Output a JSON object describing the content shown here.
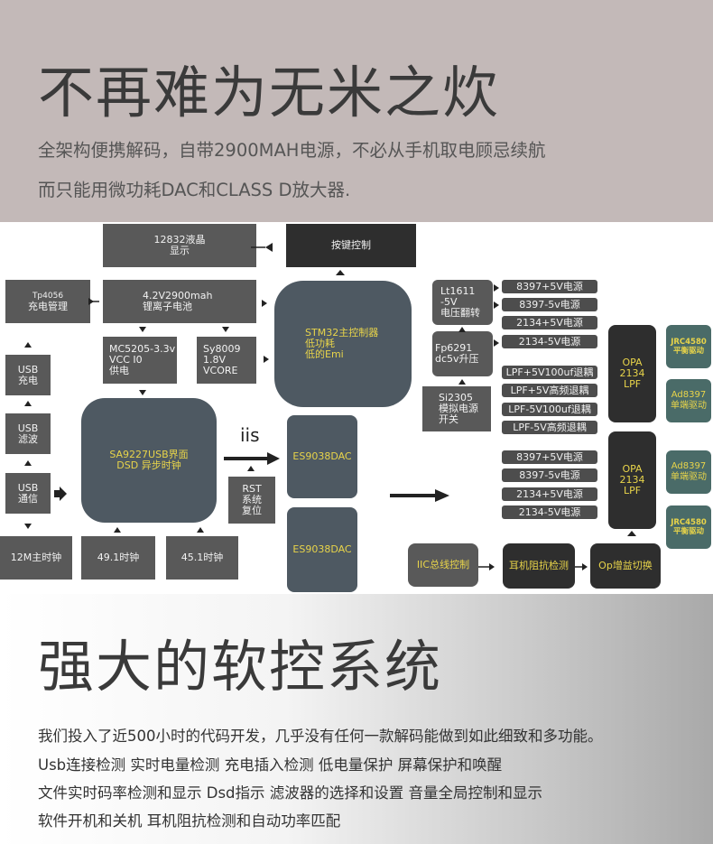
{
  "header": {
    "title": "不再难为无米之炊",
    "lines": [
      "全架构便携解码，自带2900MAH电源，不必从手机取电顾忌续航",
      "而只能用微功耗DAC和CLASS D放大器."
    ]
  },
  "diagram": {
    "lcd": [
      "12832液晶",
      "显示"
    ],
    "keys": "按键控制",
    "tp4056": [
      "Tp4056",
      "充电管理"
    ],
    "battery": [
      "4.2V2900mah",
      "锂离子电池"
    ],
    "stm32": [
      "STM32主控制器",
      "低功耗",
      "低的Emi"
    ],
    "usb_charge": [
      "USB",
      "充电"
    ],
    "mc5205": [
      "MC5205-3.3v",
      "VCC I0",
      "供电"
    ],
    "sy8009": [
      "Sy8009",
      "1.8V",
      "VCORE"
    ],
    "usb_filter": [
      "USB",
      "滤波"
    ],
    "usb_comm": [
      "USB",
      "通信"
    ],
    "sa9227": [
      "SA9227USB界面",
      "DSD  异步时钟"
    ],
    "iis": "iis",
    "rst": [
      "RST",
      "系统",
      "复位"
    ],
    "es9038_a": "ES9038DAC",
    "es9038_b": "ES9038DAC",
    "clock_12m": "12M主时钟",
    "clock_49": "49.1时钟",
    "clock_45": "45.1时钟",
    "lt1611": [
      "Lt1611",
      "-5V",
      "电压翻转"
    ],
    "fp6291": [
      "Fp6291",
      "dc5v升压"
    ],
    "si2305": [
      "Si2305",
      "模拟电源",
      "开关"
    ],
    "power_top": [
      "8397+5V电源",
      "8397-5v电源",
      "2134+5V电源",
      "2134-5V电源"
    ],
    "lpf_rows": [
      "LPF+5V100uf退耦",
      "LPF+5V高频退耦",
      "LPF-5V100uf退耦",
      "LPF-5V高频退耦"
    ],
    "power_bottom": [
      "8397+5V电源",
      "8397-5v电源",
      "2134+5V电源",
      "2134-5V电源"
    ],
    "opa_top": [
      "OPA",
      "2134",
      "LPF"
    ],
    "opa_bottom": [
      "OPA",
      "2134",
      "LPF"
    ],
    "jrc_top": [
      "JRC4580",
      "平衡驱动"
    ],
    "ad_top": [
      "Ad8397",
      "单端驱动"
    ],
    "ad_bottom": [
      "Ad8397",
      "单端驱动"
    ],
    "jrc_bottom": [
      "JRC4580",
      "平衡驱动"
    ],
    "iic": "IIC总线控制",
    "impedance": "耳机阻抗检测",
    "gain": "Op增益切换",
    "colors": {
      "box": "#595959",
      "accent": "#e8d44a",
      "dark": "#2e2e2e",
      "steel": "#4e5962",
      "teal": "#4a6b68"
    }
  },
  "section2": {
    "title": "强大的软控系统",
    "lines": [
      "我们投入了近500小时的代码开发，几乎没有任何一款解码能做到如此细致和多功能。",
      "Usb连接检测  实时电量检测  充电插入检测  低电量保护  屏幕保护和唤醒",
      "文件实时码率检测和显示  Dsd指示  滤波器的选择和设置  音量全局控制和显示",
      "软件开机和关机  耳机阻抗检测和自动功率匹配"
    ]
  }
}
